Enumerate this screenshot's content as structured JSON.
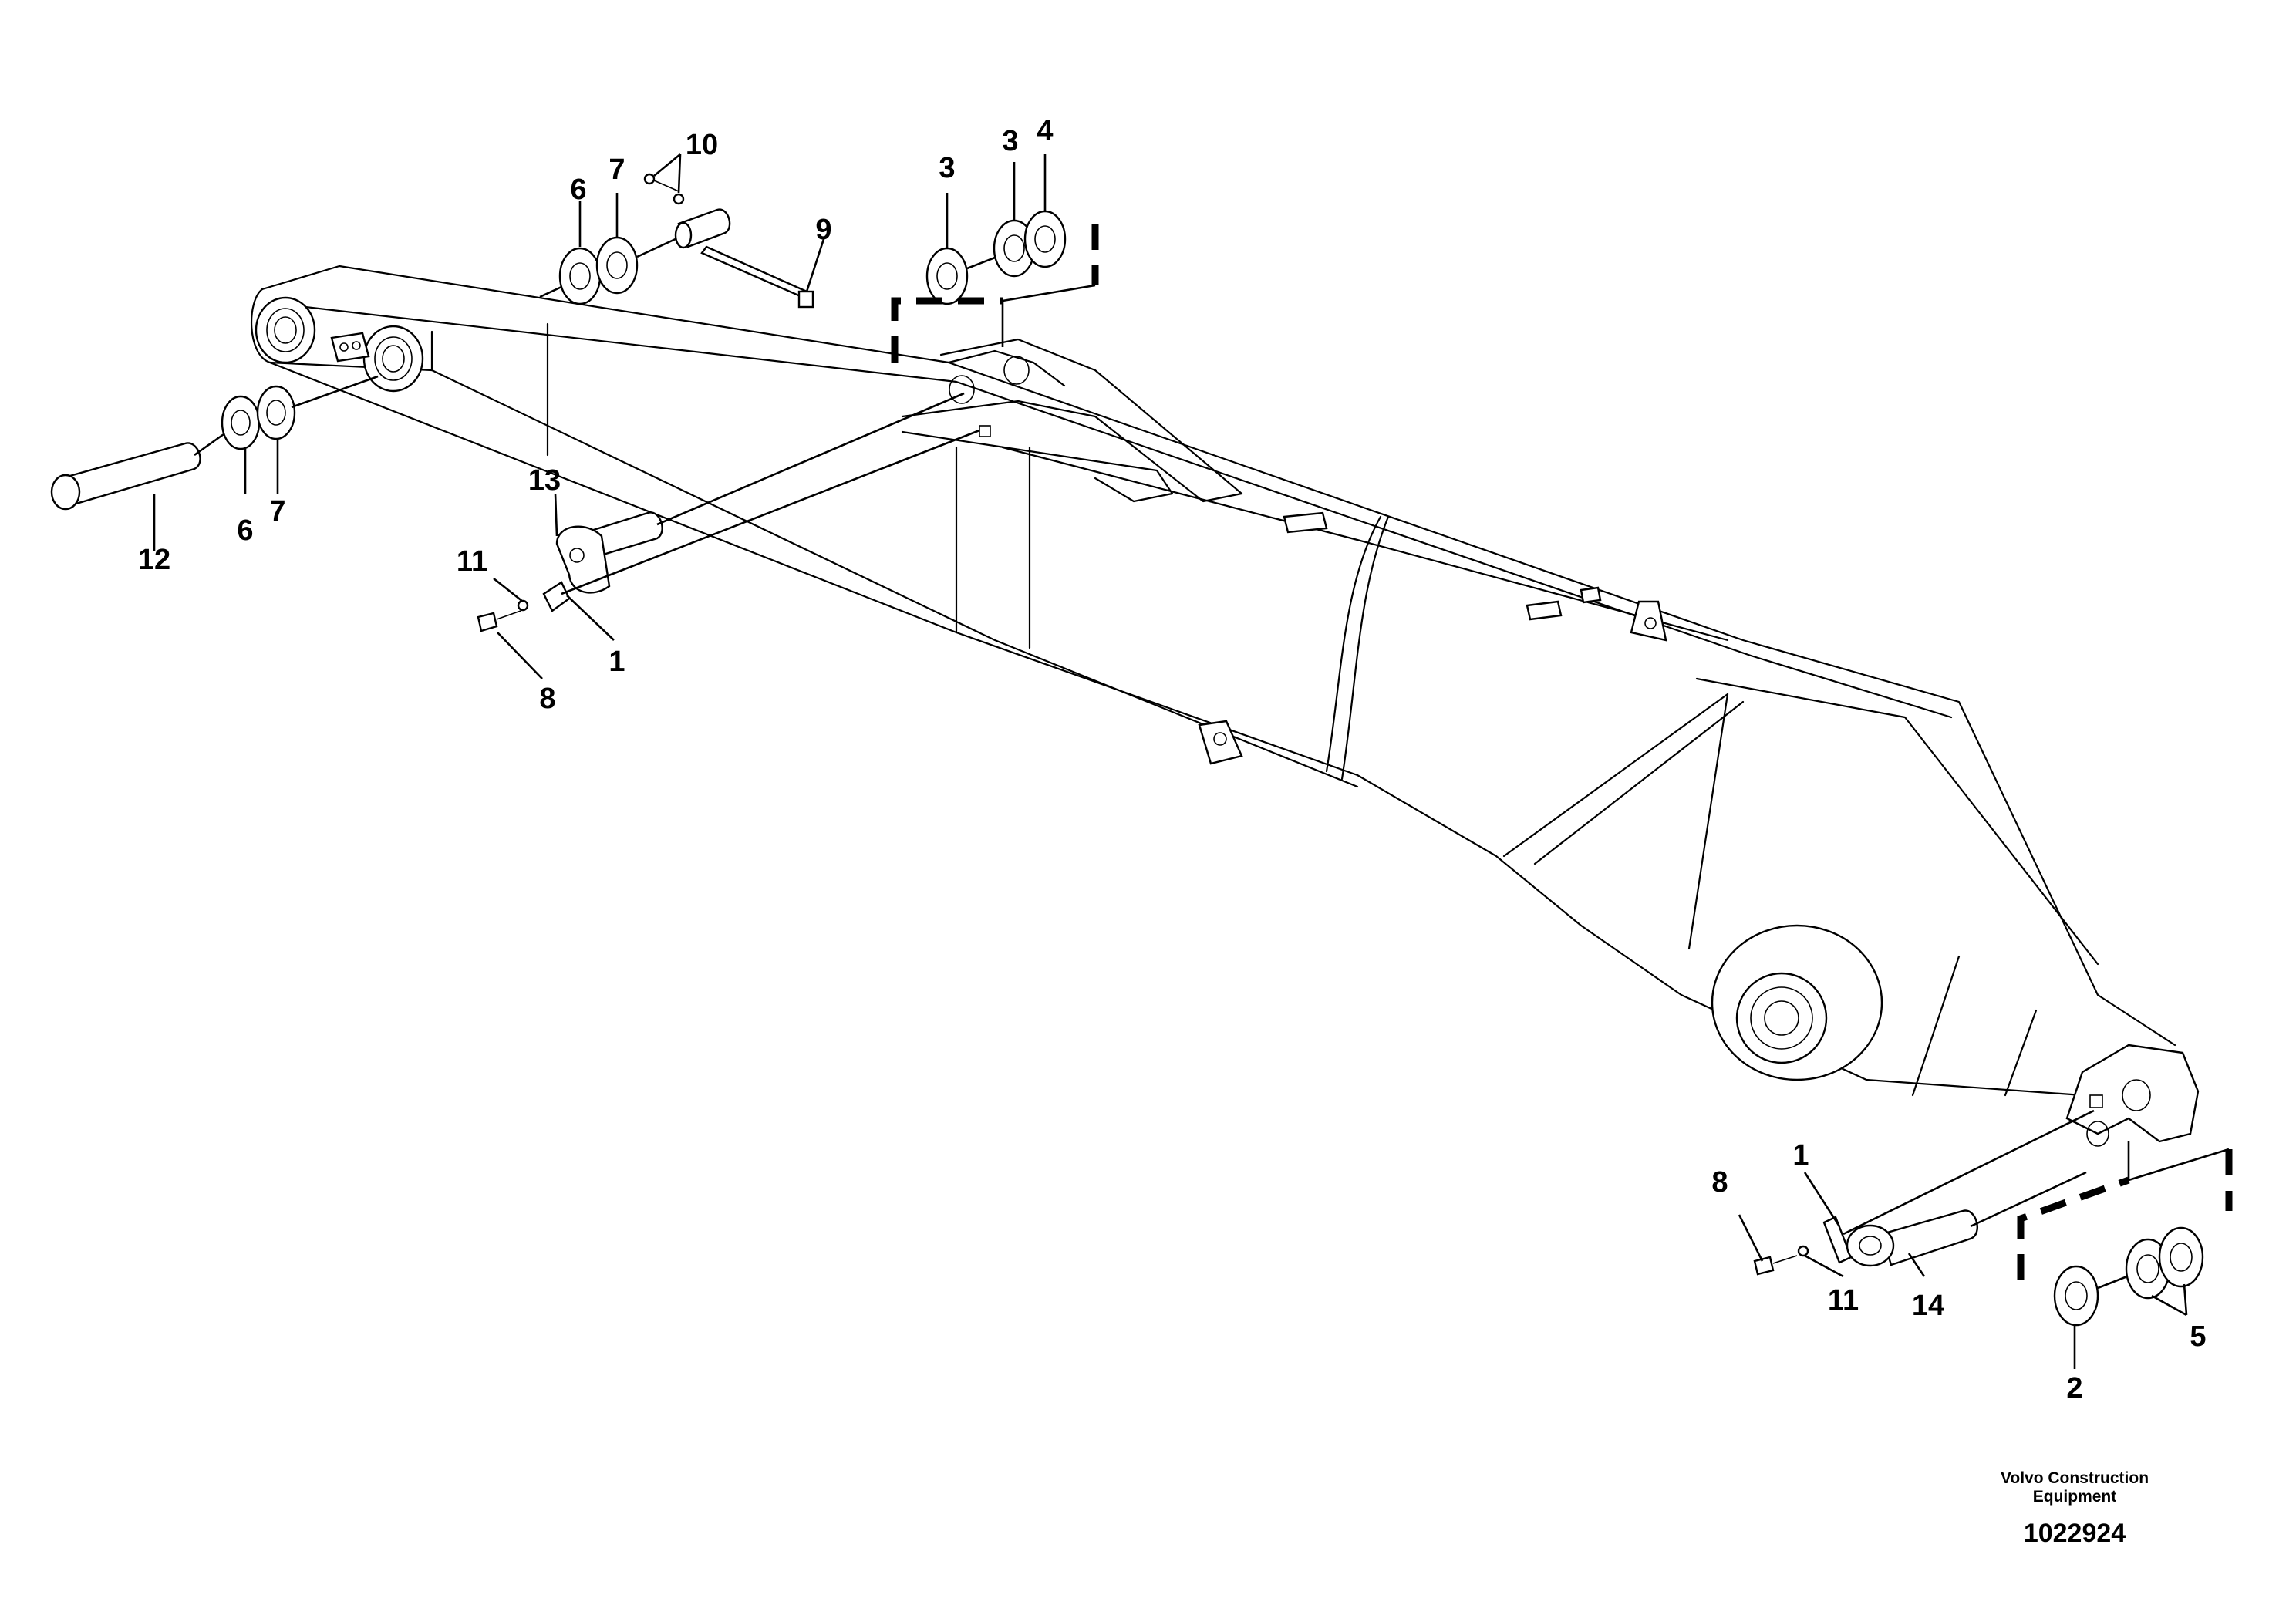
{
  "callouts": {
    "c1a": "1",
    "c1b": "1",
    "c2": "2",
    "c3a": "3",
    "c3b": "3",
    "c4": "4",
    "c5": "5",
    "c6a": "6",
    "c6b": "6",
    "c7a": "7",
    "c7b": "7",
    "c8a": "8",
    "c8b": "8",
    "c9": "9",
    "c10": "10",
    "c11a": "11",
    "c11b": "11",
    "c12": "12",
    "c13": "13",
    "c14": "14"
  },
  "footer": {
    "brand_line1": "Volvo Construction",
    "brand_line2": "Equipment",
    "document_number": "1022924"
  }
}
